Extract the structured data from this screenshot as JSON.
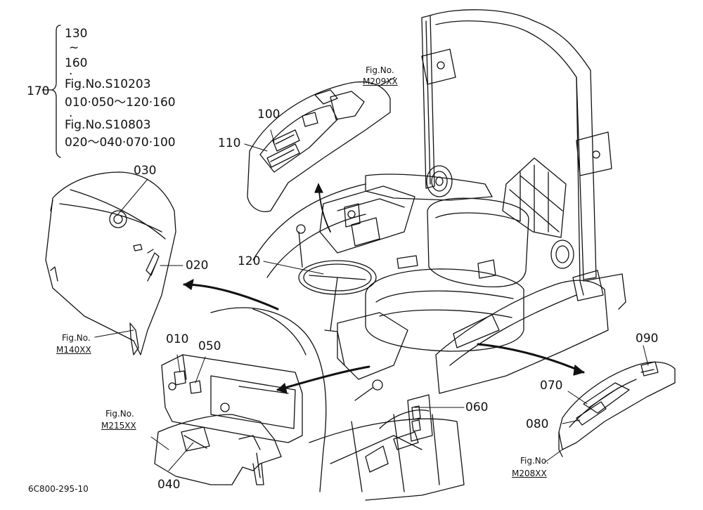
{
  "diagram": {
    "legend": {
      "group_number": "170",
      "lines": [
        "130",
        "~",
        "160",
        "·",
        "Fig.No.S10203",
        "010·050～120·160",
        "·",
        "Fig.No.S10803",
        "020～040·070·100"
      ]
    },
    "callouts": {
      "c010": "010",
      "c020": "020",
      "c030": "030",
      "c040": "040",
      "c050": "050",
      "c060": "060",
      "c070": "070",
      "c080": "080",
      "c090": "090",
      "c100": "100",
      "c110": "110",
      "c120": "120"
    },
    "figure_refs": {
      "m209": {
        "line1": "Fig.No.",
        "line2": "M209XX"
      },
      "m140": {
        "line1": "Fig.No.",
        "line2": "M140XX"
      },
      "m215": {
        "line1": "Fig.No.",
        "line2": "M215XX"
      },
      "m208": {
        "line1": "Fig.No.",
        "line2": "M208XX"
      }
    },
    "drawing_code": "6C800-295-10"
  }
}
